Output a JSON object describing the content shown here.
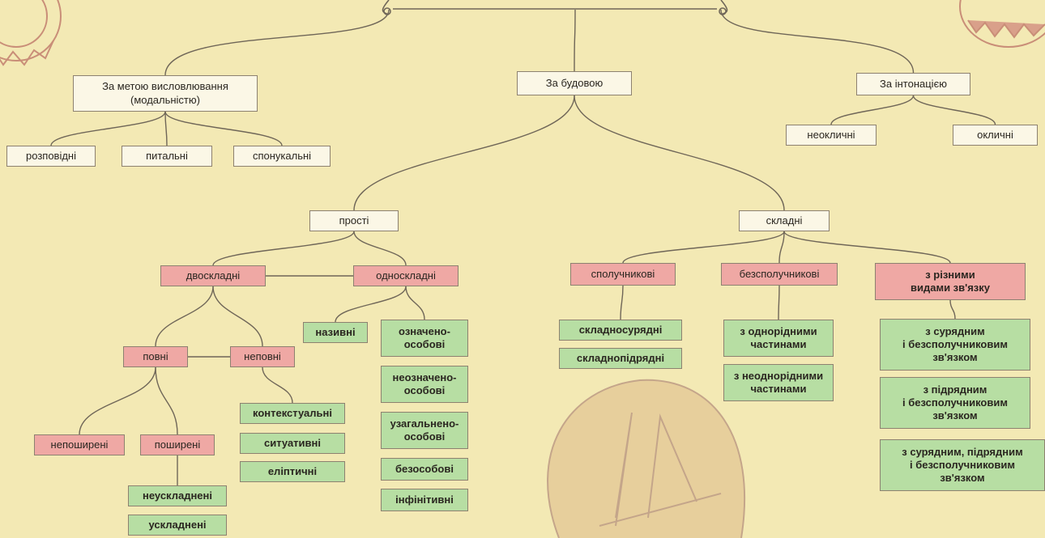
{
  "colors": {
    "background": "#f3e9b4",
    "white_box": "#fbf7e6",
    "pink_box": "#efa8a4",
    "green_box": "#b7dea3",
    "line": "#6f6658",
    "ornament": "#c98e78"
  },
  "nodes": {
    "modality": "За метою висловлювання\n(модальністю)",
    "structure": "За будовою",
    "intonation": "За інтонацією",
    "declarative": "розповідні",
    "interrogative": "питальні",
    "imperative": "спонукальні",
    "non_exclamatory": "неокличні",
    "exclamatory": "окличні",
    "simple": "прості",
    "compound": "складні",
    "two_part": "двоскладні",
    "one_part": "односкладні",
    "nominative": "називні",
    "definite_personal": "означено-\nособові",
    "indefinite_personal": "неозначено-\nособові",
    "generalized_personal": "узагальнено-\nособові",
    "impersonal": "безособові",
    "infinitive": "інфінітивні",
    "full": "повні",
    "incomplete": "неповні",
    "contextual": "контекстуальні",
    "situational": "ситуативні",
    "elliptical": "еліптичні",
    "unextended": "непоширені",
    "extended": "поширені",
    "uncomplicated": "неускладнені",
    "complicated": "ускладнені",
    "conjunctive": "сполучникові",
    "asyndetic": "безсполучникові",
    "mixed": "з різними\nвидами зв'язку",
    "compound_coord": "складносурядні",
    "compound_subord": "складнопідрядні",
    "homogeneous": "з однорідними\nчастинами",
    "heterogeneous": "з неоднорідними\nчастинами",
    "coord_asyndetic": "з сурядним\nі безсполучниковим\nзв'язком",
    "subord_asyndetic": "з підрядним\nі безсполучниковим\nзв'язком",
    "coord_subord_asyndetic": "з сурядним, підрядним\nі безсполучниковим\nзв'язком"
  }
}
